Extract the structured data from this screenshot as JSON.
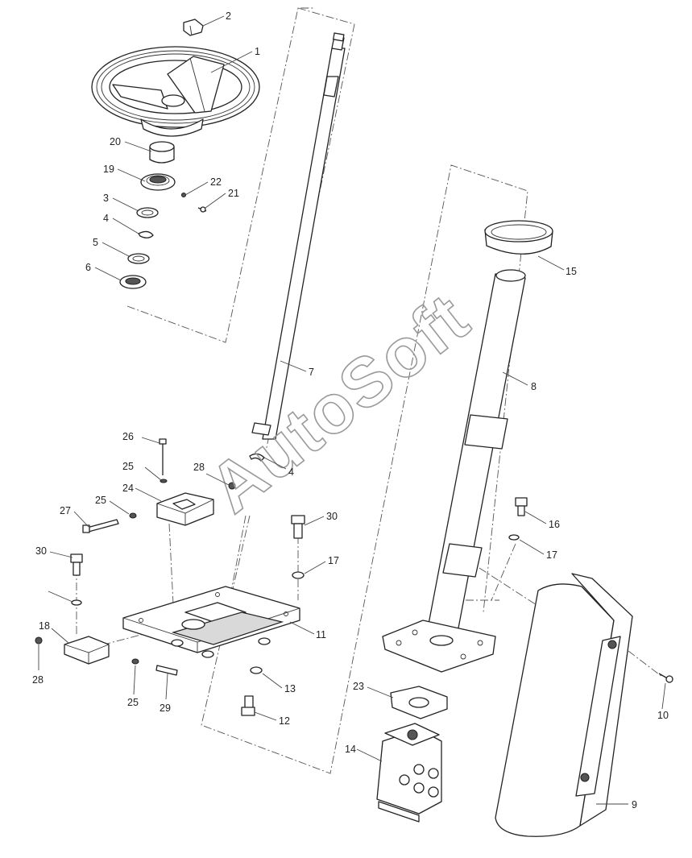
{
  "watermark": "AutoSoft",
  "callouts": [
    "1",
    "2",
    "3",
    "4",
    "5",
    "6",
    "7",
    "4",
    "8",
    "9",
    "10",
    "11",
    "12",
    "13",
    "14",
    "15",
    "16",
    "17",
    "17",
    "18",
    "19",
    "20",
    "21",
    "22",
    "23",
    "24",
    "25",
    "25",
    "25",
    "26",
    "27",
    "28",
    "28",
    "29",
    "30",
    "30"
  ]
}
